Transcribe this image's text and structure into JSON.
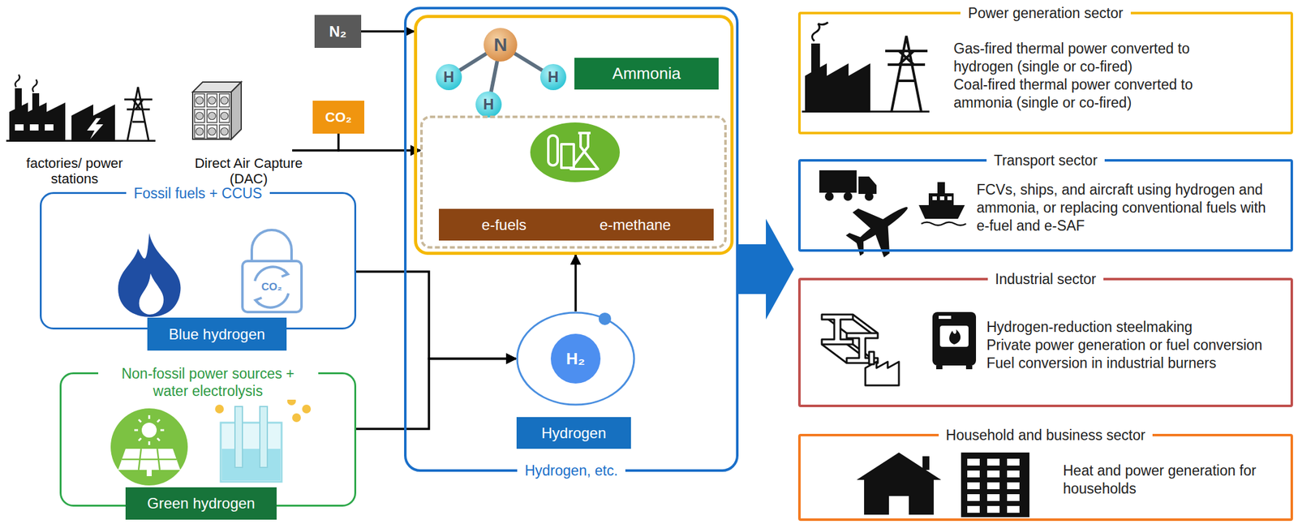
{
  "diagram": {
    "nodes": [
      {
        "text": [
          "N₂"
        ]
      },
      {
        "text": [
          "CO₂"
        ]
      },
      {
        "text": [
          "Fossil fuels + CCUS"
        ]
      },
      {
        "text": [
          "Blue hydrogen"
        ],
        "in": 2
      },
      {
        "text": [
          "Non-fossil power sources + water electrolysis"
        ]
      },
      {
        "text": [
          "Green hydrogen"
        ],
        "in": 4
      },
      {
        "text": [
          "Hydrogen, etc."
        ]
      },
      {
        "text": [],
        "in": 6
      },
      {
        "text": [
          "Ammonia"
        ],
        "in": 7
      },
      {
        "text": [],
        "in": 7
      },
      {
        "text": [
          "e-fuels",
          "e-methane"
        ],
        "in": 9
      },
      {
        "text": [
          "H₂"
        ],
        "in": 6
      },
      {
        "text": [
          "Hydrogen"
        ],
        "in": 6
      },
      {
        "text": [
          "Power generation sector",
          "Gas-fired thermal power converted to hydrogen (single or co-fired)",
          "Coal-fired thermal power converted to ammonia (single or co-fired)"
        ]
      },
      {
        "text": [
          "Transport sector",
          "FCVs, ships, and aircraft using hydrogen and ammonia, or replacing conventional fuels with e-fuel and e-SAF"
        ]
      },
      {
        "text": [
          "Industrial sector",
          "Hydrogen-reduction steelmaking",
          "Private power generation or fuel conversion",
          "Fuel conversion in industrial burners"
        ]
      },
      {
        "text": [
          "Household and business sector",
          "Heat and power generation for households"
        ]
      }
    ],
    "edges": [
      {
        "from": 0,
        "to": 7,
        "arrow": "to"
      },
      {
        "from": 1,
        "to": 9,
        "arrow": "to"
      },
      {
        "from": 2,
        "to": 11,
        "arrow": "to"
      },
      {
        "from": 4,
        "to": 11,
        "arrow": "to"
      },
      {
        "from": 11,
        "to": 7,
        "arrow": "to"
      }
    ],
    "labels": [
      "factories/ power stations",
      "Direct Air Capture (DAC)",
      "N",
      "H",
      "H",
      "H",
      "CO₂"
    ]
  }
}
